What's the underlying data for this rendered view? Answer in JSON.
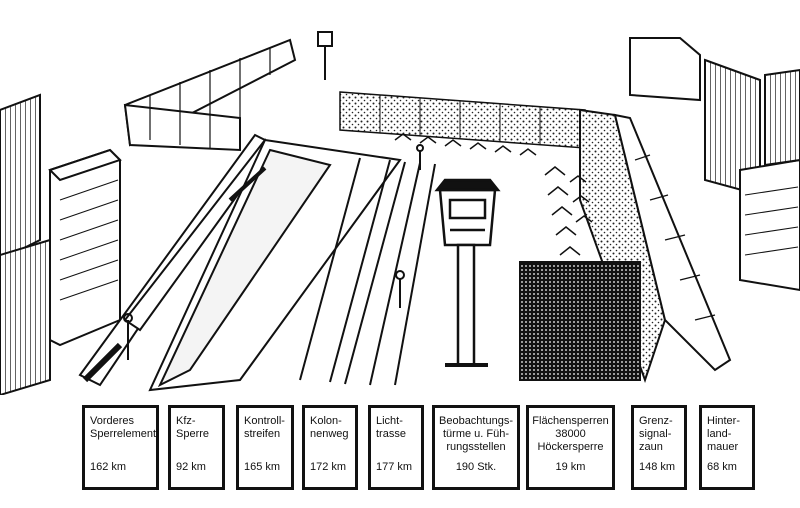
{
  "legend": [
    {
      "label": "Vorderes\nSperrelement",
      "value": "162 km"
    },
    {
      "label": "Kfz-\nSperre",
      "value": "92 km"
    },
    {
      "label": "Kontroll-\nstreifen",
      "value": "165 km"
    },
    {
      "label": "Kolon-\nnenweg",
      "value": "172 km"
    },
    {
      "label": "Licht-\ntrasse",
      "value": "177 km"
    },
    {
      "label": "Beobachtungs-\ntürme u. Füh-\nrungsstellen",
      "value": "190 Stk."
    },
    {
      "label": "Flächensperren\n38000\nHöckersperre",
      "value": "19 km"
    },
    {
      "label": "Grenz-\nsignal-\nzaun",
      "value": "148 km"
    },
    {
      "label": "Hinter-\nland-\nmauer",
      "value": "68 km"
    }
  ],
  "colors": {
    "ink": "#111111",
    "paper": "#ffffff",
    "shade": "#555555"
  }
}
